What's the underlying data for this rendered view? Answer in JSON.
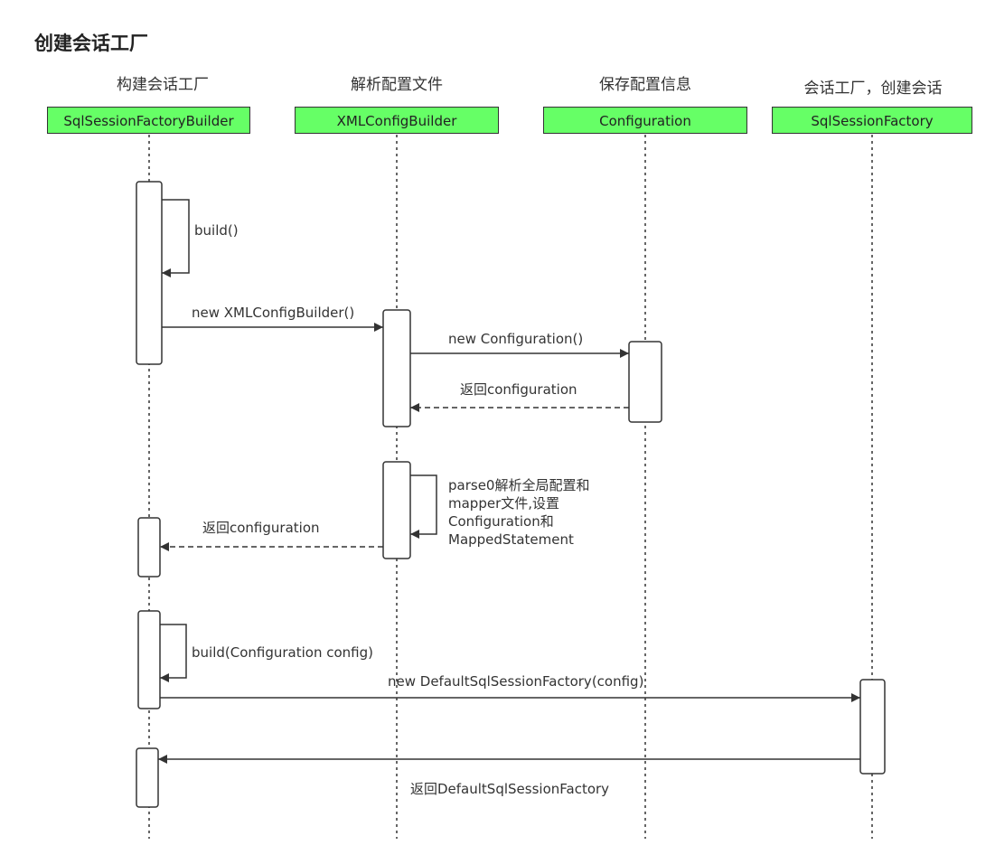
{
  "title": "创建会话工厂",
  "colors": {
    "box_fill": "#66ff66",
    "line": "#333333",
    "background": "#ffffff"
  },
  "lanes": [
    {
      "desc": "构建会话工厂",
      "name": "SqlSessionFactoryBuilder"
    },
    {
      "desc": "解析配置文件",
      "name": "XMLConfigBuilder"
    },
    {
      "desc": "保存配置信息",
      "name": "Configuration"
    },
    {
      "desc": "会话工厂，创建会话",
      "name": "SqlSessionFactory"
    }
  ],
  "messages": {
    "build": "build()",
    "new_xml": "new XMLConfigBuilder()",
    "new_config": "new Configuration()",
    "return_config_1": "返回configuration",
    "parse_lines": [
      "parse0解析全局配置和",
      "mapper文件,设置",
      "Configuration和",
      "MappedStatement"
    ],
    "return_config_2": "返回configuration",
    "build_config": "build(Configuration config)",
    "new_factory": "new DefaultSqlSessionFactory(config)",
    "return_factory": "返回DefaultSqlSessionFactory"
  }
}
